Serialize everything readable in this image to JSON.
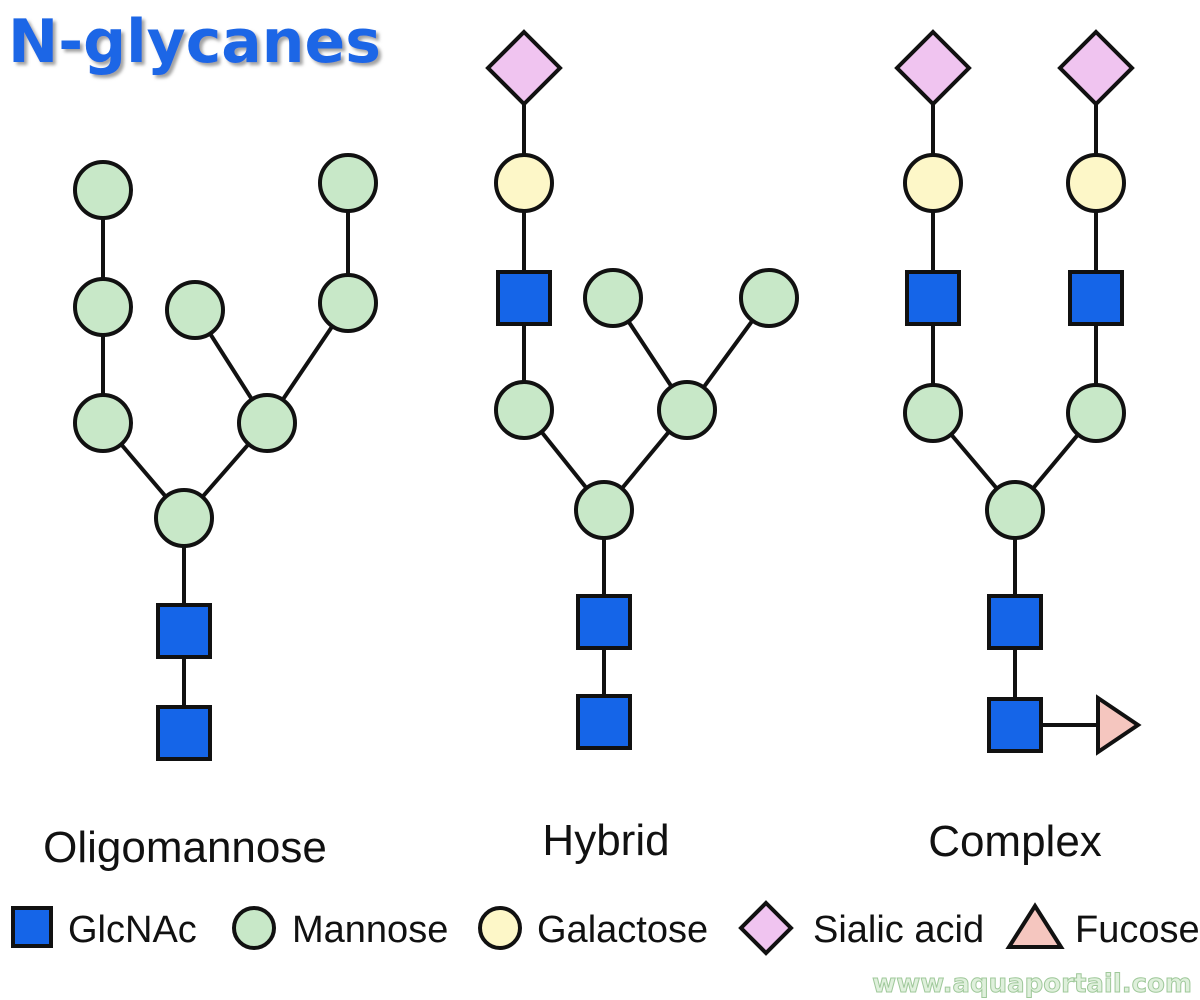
{
  "title": "N-glycanes",
  "watermark": "www.aquaportail.com",
  "colors": {
    "glcnac": "#1565e8",
    "mannose": "#c8e8c8",
    "galactose": "#fdf7c8",
    "sialic_acid": "#f0c4f0",
    "fucose": "#f5c6bf",
    "line": "#111111",
    "title": "#1a66e6"
  },
  "structures": [
    {
      "id": "oligomannose",
      "label": "Oligomannose"
    },
    {
      "id": "hybrid",
      "label": "Hybrid"
    },
    {
      "id": "complex",
      "label": "Complex"
    }
  ],
  "legend": [
    {
      "symbol": "square",
      "icon": "glcnac-square-icon",
      "label": "GlcNAc"
    },
    {
      "symbol": "circle",
      "icon": "mannose-circle-icon",
      "label": "Mannose"
    },
    {
      "symbol": "circle-yellow",
      "icon": "galactose-circle-icon",
      "label": "Galactose"
    },
    {
      "symbol": "diamond",
      "icon": "sialic-acid-diamond-icon",
      "label": "Sialic acid"
    },
    {
      "symbol": "triangle",
      "icon": "fucose-triangle-icon",
      "label": "Fucose"
    }
  ]
}
